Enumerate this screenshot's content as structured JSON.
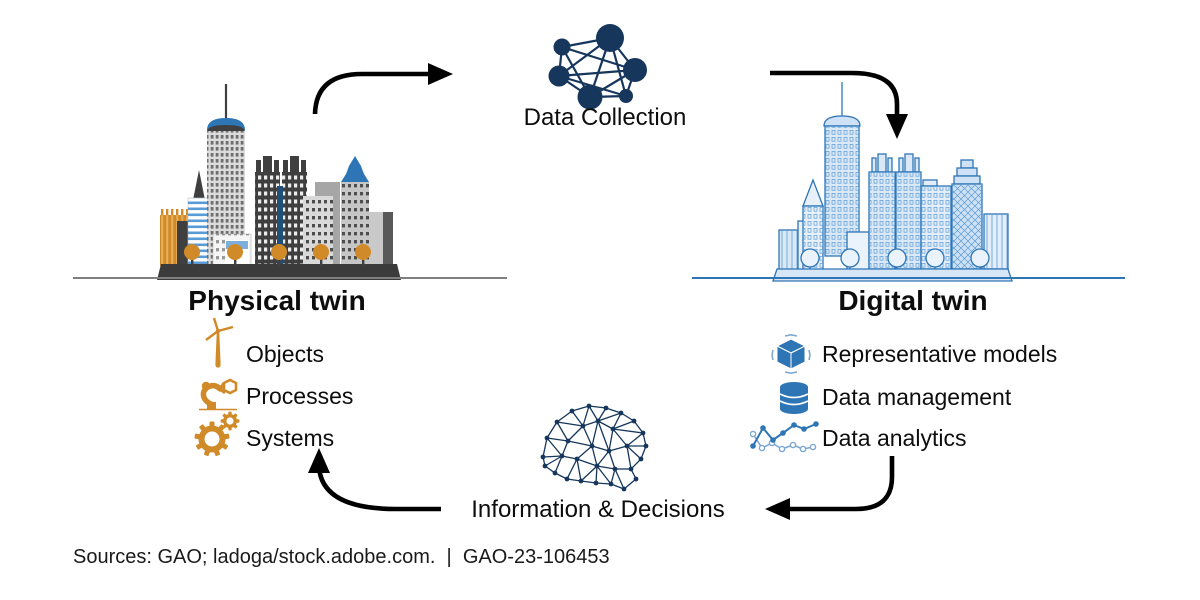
{
  "figure": {
    "physical": {
      "title": "Physical twin",
      "items": [
        {
          "icon": "wind-turbine-icon",
          "label": "Objects"
        },
        {
          "icon": "robot-arm-icon",
          "label": "Processes"
        },
        {
          "icon": "gears-icon",
          "label": "Systems"
        }
      ]
    },
    "digital": {
      "title": "Digital twin",
      "items": [
        {
          "icon": "cube-icon",
          "label": "Representative models"
        },
        {
          "icon": "database-icon",
          "label": "Data management"
        },
        {
          "icon": "analytics-icon",
          "label": "Data analytics"
        }
      ]
    },
    "data_collection_label": "Data Collection",
    "information_decisions_label": "Information & Decisions",
    "source_line": "Sources: GAO; ladoga/stock.adobe.com.  |  GAO-23-106453"
  },
  "colors": {
    "navy": "#16365c",
    "blue": "#2e75b6",
    "light_blue_fill": "#dbe9f7",
    "orange": "#d08a28",
    "dark_gray": "#3f3f3f",
    "light_gray": "#d9d9d9",
    "ground_gray": "#7f7f7f",
    "arrow_black": "#000000"
  }
}
